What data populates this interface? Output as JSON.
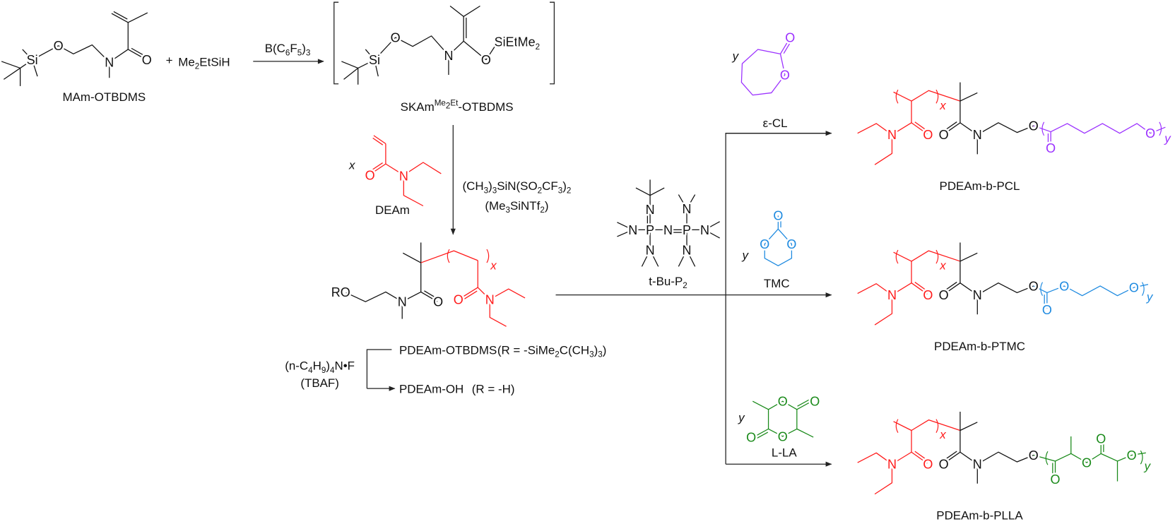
{
  "atoms": {
    "O": "O",
    "N": "N",
    "Si": "Si",
    "P": "P"
  },
  "reactants": {
    "mam_label": "MAm-OTBDMS",
    "plus": "+",
    "silane": "Me2EtSiH"
  },
  "step1": {
    "catalyst": "B(C6F5)3"
  },
  "intermediate": {
    "label_main": "SKAm",
    "label_sup": "Me2Et",
    "label_suffix": "-OTBDMS",
    "silyl_group": "SiEtMe2"
  },
  "step2": {
    "monomer_label": "DEAm",
    "repeat": "x",
    "reagent_formula": "(CH3)3SiN(SO2CF3)2",
    "reagent_abbrev": "(Me3SiNTf2)"
  },
  "macroinitiator": {
    "r_group": "RO",
    "repeat": "x"
  },
  "deprotection": {
    "reagent": "(n-C4H9)4N•F",
    "reagent_abbrev": "(TBAF)",
    "product1": "PDEAm-OTBDMS",
    "product1_r": "(R = -SiMe2C(CH3)3)",
    "product2": "PDEAm-OH",
    "product2_r": "(R = -H)"
  },
  "catalyst": {
    "label": "t-Bu-P2"
  },
  "branches": [
    {
      "monomer": "ε-CL",
      "repeat": "y",
      "product": "PDEAm-b-PCL",
      "block_repeat": "x",
      "color": "#9b30ff"
    },
    {
      "monomer": "TMC",
      "repeat": "y",
      "product": "PDEAm-b-PTMC",
      "block_repeat": "x",
      "color": "#1e8ae0"
    },
    {
      "monomer": "L-LA",
      "repeat": "y",
      "product": "PDEAm-b-PLLA",
      "block_repeat": "x",
      "color": "#1a8a1a"
    }
  ],
  "colors": {
    "pdeam": "#ff1a1a",
    "black": "#111111"
  }
}
